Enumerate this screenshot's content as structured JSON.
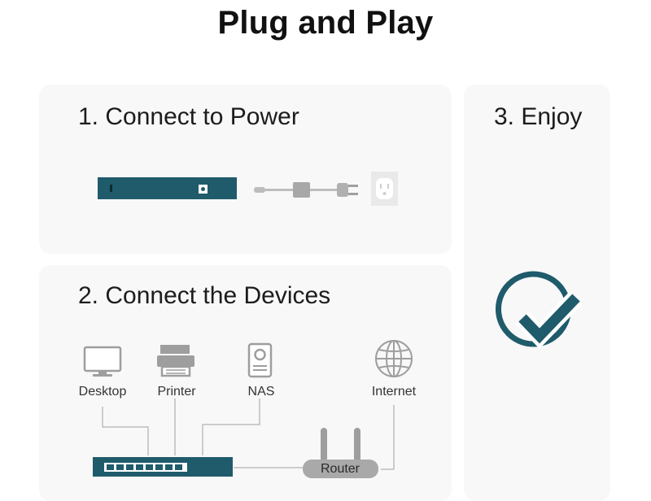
{
  "header": {
    "title": "Plug and Play"
  },
  "steps": [
    {
      "label": "1. Connect to Power"
    },
    {
      "label": "2. Connect the Devices"
    },
    {
      "label": "3. Enjoy"
    }
  ],
  "devices": {
    "desktop": "Desktop",
    "printer": "Printer",
    "nas": "NAS",
    "internet": "Internet",
    "router": "Router"
  },
  "icons": {
    "switch": "network-switch-icon",
    "power_adapter": "power-adapter-icon",
    "outlet": "wall-outlet-icon",
    "desktop": "monitor-icon",
    "printer": "printer-icon",
    "nas": "nas-icon",
    "internet": "globe-icon",
    "router": "router-icon",
    "enjoy": "checkmark-circle-icon"
  },
  "colors": {
    "accent": "#1f5b6b",
    "card_bg": "#f8f8f8",
    "line": "#bdbdbd",
    "device_gray": "#9e9e9e"
  }
}
